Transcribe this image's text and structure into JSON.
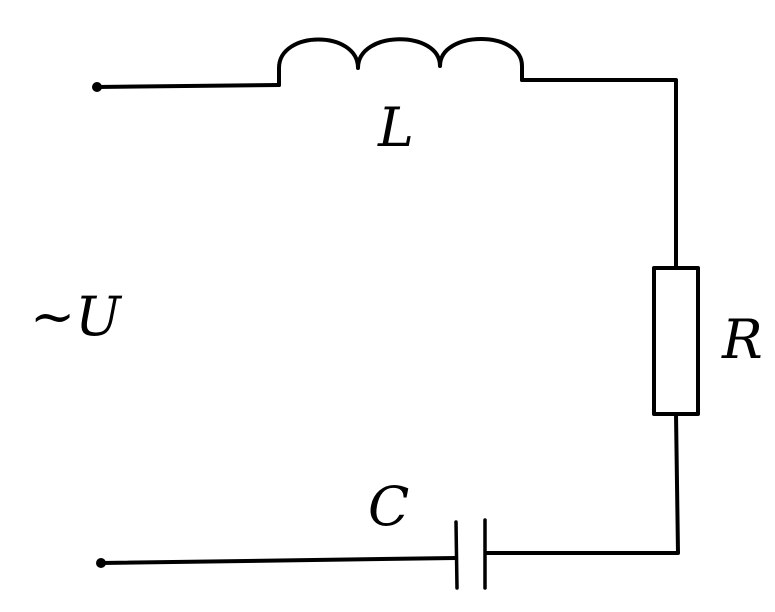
{
  "diagram": {
    "source_label": "~U",
    "inductor_label": "L",
    "resistor_label": "R",
    "capacitor_label": "C"
  }
}
